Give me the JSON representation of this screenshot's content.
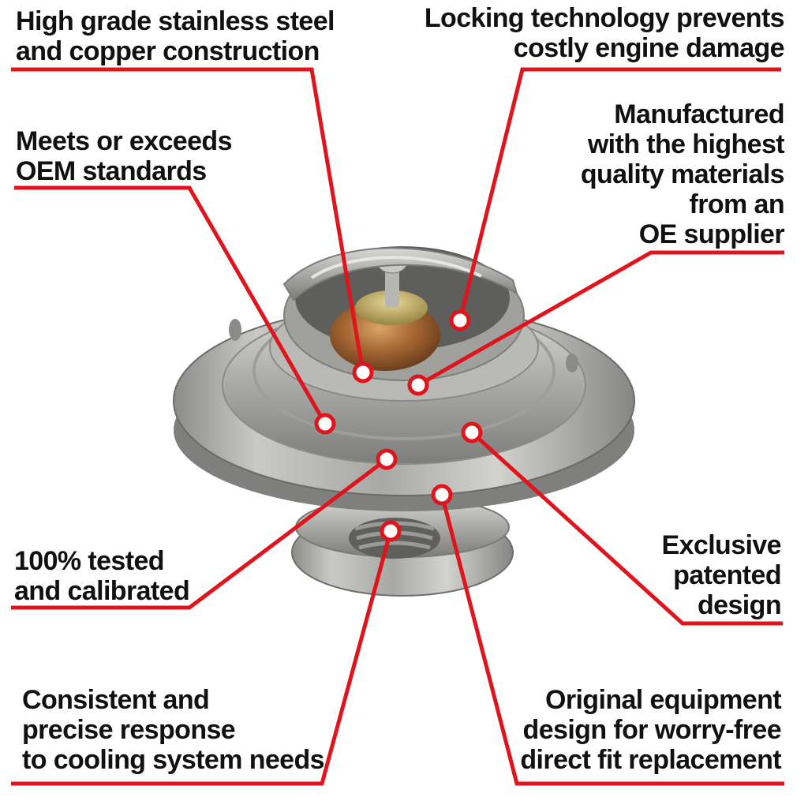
{
  "colors": {
    "callout": "#e0141c",
    "text": "#111111",
    "background": "#ffffff"
  },
  "image": {
    "subject": "thermostat-product-photo"
  },
  "callouts": [
    {
      "id": "stainless",
      "lines": [
        "High grade stainless steel",
        "and copper construction"
      ]
    },
    {
      "id": "locking",
      "lines": [
        "Locking technology prevents",
        "costly engine damage"
      ]
    },
    {
      "id": "oem",
      "lines": [
        "Meets or exceeds",
        "OEM standards"
      ]
    },
    {
      "id": "manufactured",
      "lines": [
        "Manufactured",
        "with the highest",
        "quality materials",
        "from an",
        "OE supplier"
      ]
    },
    {
      "id": "tested",
      "lines": [
        "100% tested",
        "and calibrated"
      ]
    },
    {
      "id": "patented",
      "lines": [
        "Exclusive",
        "patented",
        "design"
      ]
    },
    {
      "id": "consistent",
      "lines": [
        "Consistent and",
        "precise response",
        "to cooling system needs"
      ]
    },
    {
      "id": "original",
      "lines": [
        "Original equipment",
        "design for worry-free",
        "direct fit replacement"
      ]
    }
  ]
}
